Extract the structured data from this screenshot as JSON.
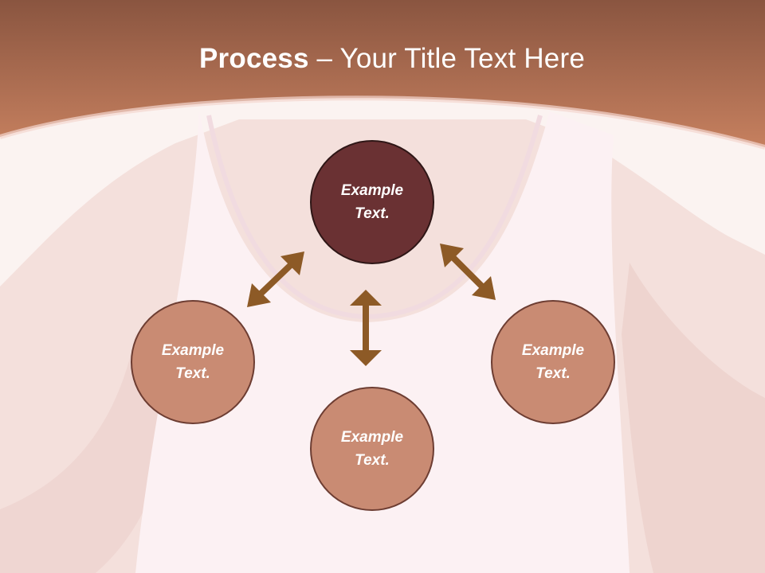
{
  "title": {
    "strong": "Process",
    "rest": " – Your Title Text Here"
  },
  "nodes": {
    "main": "Example Text.",
    "left": "Example Text.",
    "bottom": "Example Text.",
    "right": "Example Text."
  },
  "colors": {
    "header": "#b97258",
    "main_circle": "#6a3133",
    "secondary_circle": "#c98b73",
    "arrow": "#8d5a26"
  }
}
